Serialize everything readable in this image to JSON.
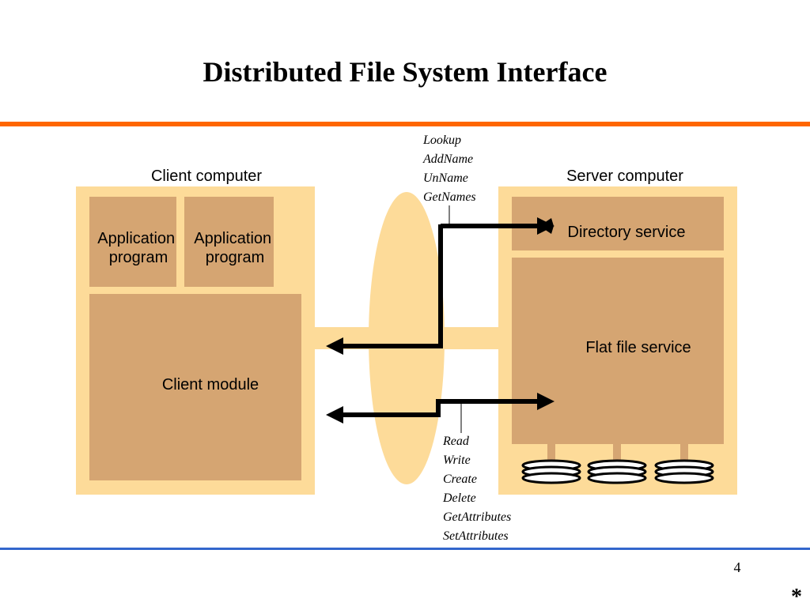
{
  "title": "Distributed File System Interface",
  "colors": {
    "top_rule": "#FF6600",
    "bottom_rule": "#3366CC",
    "panel_fill": "#FDDB99",
    "box_fill": "#D5A572",
    "arrow": "#000000"
  },
  "client": {
    "label": "Client computer",
    "apps": [
      "Application\nprogram",
      "Application\nprogram"
    ],
    "module": "Client module"
  },
  "server": {
    "label": "Server computer",
    "directory": "Directory service",
    "flat_file": "Flat file service",
    "disk_icon": "disk-stack-icon"
  },
  "directory_ops": [
    "Lookup",
    "AddName",
    "UnName",
    "GetNames"
  ],
  "file_ops": [
    "Read",
    "Write",
    "Create",
    "Delete",
    "GetAttributes",
    "SetAttributes"
  ],
  "page_number": "4",
  "footer_mark": "*"
}
